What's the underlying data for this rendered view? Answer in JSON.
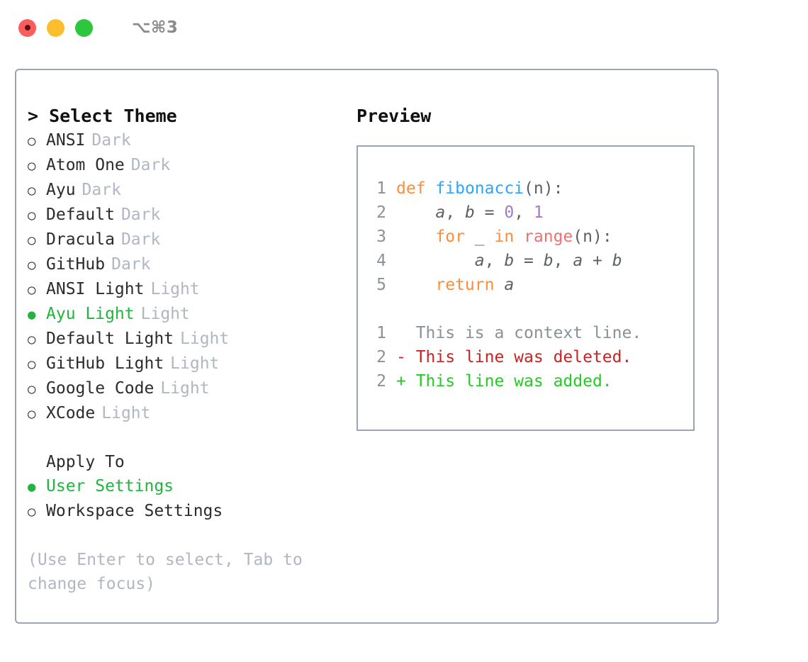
{
  "window": {
    "title": "⌥⌘3",
    "controls": [
      {
        "name": "close",
        "color": "#fb5d5d"
      },
      {
        "name": "minimize",
        "color": "#fcbe2c"
      },
      {
        "name": "maximize",
        "color": "#2dc63f"
      }
    ]
  },
  "theme_picker": {
    "heading": "> Select Theme",
    "items": [
      {
        "marker": "○",
        "label": "ANSI",
        "tag": "Dark",
        "selected": false
      },
      {
        "marker": "○",
        "label": "Atom One",
        "tag": "Dark",
        "selected": false
      },
      {
        "marker": "○",
        "label": "Ayu",
        "tag": "Dark",
        "selected": false
      },
      {
        "marker": "○",
        "label": "Default",
        "tag": "Dark",
        "selected": false
      },
      {
        "marker": "○",
        "label": "Dracula",
        "tag": "Dark",
        "selected": false
      },
      {
        "marker": "○",
        "label": "GitHub",
        "tag": "Dark",
        "selected": false
      },
      {
        "marker": "○",
        "label": "ANSI Light",
        "tag": "Light",
        "selected": false
      },
      {
        "marker": "●",
        "label": "Ayu Light",
        "tag": "Light",
        "selected": true
      },
      {
        "marker": "○",
        "label": "Default Light",
        "tag": "Light",
        "selected": false
      },
      {
        "marker": "○",
        "label": "GitHub Light",
        "tag": "Light",
        "selected": false
      },
      {
        "marker": "○",
        "label": "Google Code",
        "tag": "Light",
        "selected": false
      },
      {
        "marker": "○",
        "label": "XCode",
        "tag": "Light",
        "selected": false
      }
    ]
  },
  "apply_to": {
    "heading": "Apply To",
    "items": [
      {
        "marker": "●",
        "label": "User Settings",
        "selected": true
      },
      {
        "marker": "○",
        "label": "Workspace Settings",
        "selected": false
      }
    ]
  },
  "hint": "(Use Enter to select, Tab to change focus)",
  "preview": {
    "heading": "Preview",
    "code_lines": [
      {
        "num": "1",
        "tokens": [
          {
            "t": "def",
            "c": "kw"
          },
          {
            "t": " ",
            "c": "pl"
          },
          {
            "t": "fibonacci",
            "c": "fn"
          },
          {
            "t": "(n):",
            "c": "pl"
          }
        ]
      },
      {
        "num": "2",
        "tokens": [
          {
            "t": "    ",
            "c": "pl"
          },
          {
            "t": "a",
            "c": "var"
          },
          {
            "t": ", ",
            "c": "pl"
          },
          {
            "t": "b",
            "c": "var"
          },
          {
            "t": " = ",
            "c": "pl"
          },
          {
            "t": "0",
            "c": "num"
          },
          {
            "t": ", ",
            "c": "pl"
          },
          {
            "t": "1",
            "c": "num"
          }
        ]
      },
      {
        "num": "3",
        "tokens": [
          {
            "t": "    ",
            "c": "pl"
          },
          {
            "t": "for",
            "c": "kw"
          },
          {
            "t": " _ ",
            "c": "pl"
          },
          {
            "t": "in",
            "c": "kw"
          },
          {
            "t": " ",
            "c": "pl"
          },
          {
            "t": "range",
            "c": "bi"
          },
          {
            "t": "(n):",
            "c": "pl"
          }
        ]
      },
      {
        "num": "4",
        "tokens": [
          {
            "t": "        ",
            "c": "pl"
          },
          {
            "t": "a",
            "c": "var"
          },
          {
            "t": ", ",
            "c": "pl"
          },
          {
            "t": "b",
            "c": "var"
          },
          {
            "t": " = ",
            "c": "pl"
          },
          {
            "t": "b",
            "c": "var"
          },
          {
            "t": ", ",
            "c": "pl"
          },
          {
            "t": "a",
            "c": "var"
          },
          {
            "t": " + ",
            "c": "pl"
          },
          {
            "t": "b",
            "c": "var"
          }
        ]
      },
      {
        "num": "5",
        "tokens": [
          {
            "t": "    ",
            "c": "pl"
          },
          {
            "t": "return",
            "c": "kw"
          },
          {
            "t": " ",
            "c": "pl"
          },
          {
            "t": "a",
            "c": "var"
          }
        ]
      }
    ],
    "diff_lines": [
      {
        "num": "1",
        "prefix": "  ",
        "text": "This is a context line.",
        "kind": "ctx"
      },
      {
        "num": "2",
        "prefix": "- ",
        "text": "This line was deleted.",
        "kind": "del"
      },
      {
        "num": "2",
        "prefix": "+ ",
        "text": "This line was added.",
        "kind": "add"
      }
    ]
  },
  "colors": {
    "accent_green": "#21b53d",
    "muted": "#b0b7c3",
    "border": "#9aa4b2",
    "keyword": "#fa8d3e",
    "function": "#2ba6ff",
    "number": "#a37acc",
    "builtin": "#f07171",
    "diff_deleted": "#cc2222",
    "diff_added": "#22cc22",
    "line_number": "#8a9199"
  }
}
